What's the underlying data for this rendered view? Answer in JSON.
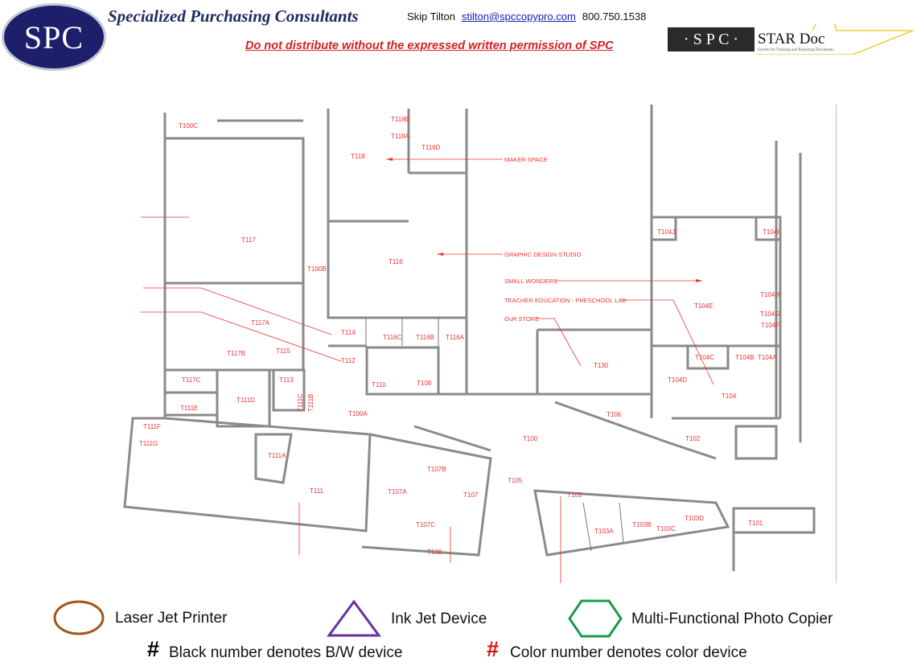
{
  "header": {
    "logo_text": "SPC",
    "company": "Specialized Purchasing Consultants",
    "contact_name": "Skip Tilton",
    "contact_email": "stilton@spccopypro.com",
    "contact_phone": "800.750.1538",
    "warning": "Do not distribute without the expressed written permission of SPC",
    "stardoc_logo": "SPC STAR Doc",
    "stardoc_tagline": "System for Tracking and Reporting Documents"
  },
  "floorplan": {
    "rooms": [
      "T100C",
      "T117",
      "T100B",
      "T118",
      "T118B",
      "T118A",
      "T116D",
      "T116",
      "T117A",
      "T114",
      "T116C",
      "T116B",
      "T116A",
      "T115",
      "T117B",
      "T112",
      "T113",
      "T110",
      "T108",
      "T117C",
      "T111D",
      "T111C",
      "T111B",
      "T111E",
      "T100A",
      "T111F",
      "T111G",
      "T111A",
      "T111",
      "T107B",
      "T107A",
      "T107",
      "T107C",
      "T109",
      "T104J",
      "T104I",
      "T104H",
      "T104E",
      "T104G",
      "T104F",
      "T104C",
      "T104B",
      "T104A",
      "T130",
      "T104D",
      "T104",
      "T106",
      "T100",
      "T102",
      "T105",
      "T103",
      "T103A",
      "T103B",
      "T103C",
      "T103D",
      "T101"
    ],
    "annotations": [
      "MAKER SPACE",
      "GRAPHIC DESIGN STUDIO",
      "SMALL WONDERS",
      "TEACHER EDUCATION - PRESCHOOL LAB",
      "OuR STORE"
    ]
  },
  "legend": {
    "laser": "Laser Jet Printer",
    "inkjet": "Ink Jet Device",
    "mfp": "Multi-Functional Photo Copier",
    "bw_symbol": "#",
    "bw": "Black number denotes B/W device",
    "color_symbol": "#",
    "color": "Color number denotes color device",
    "colors": {
      "laser": "#a0561a",
      "inkjet": "#6a2fa0",
      "mfp": "#1a9a4a",
      "color_number": "#e01010"
    }
  }
}
